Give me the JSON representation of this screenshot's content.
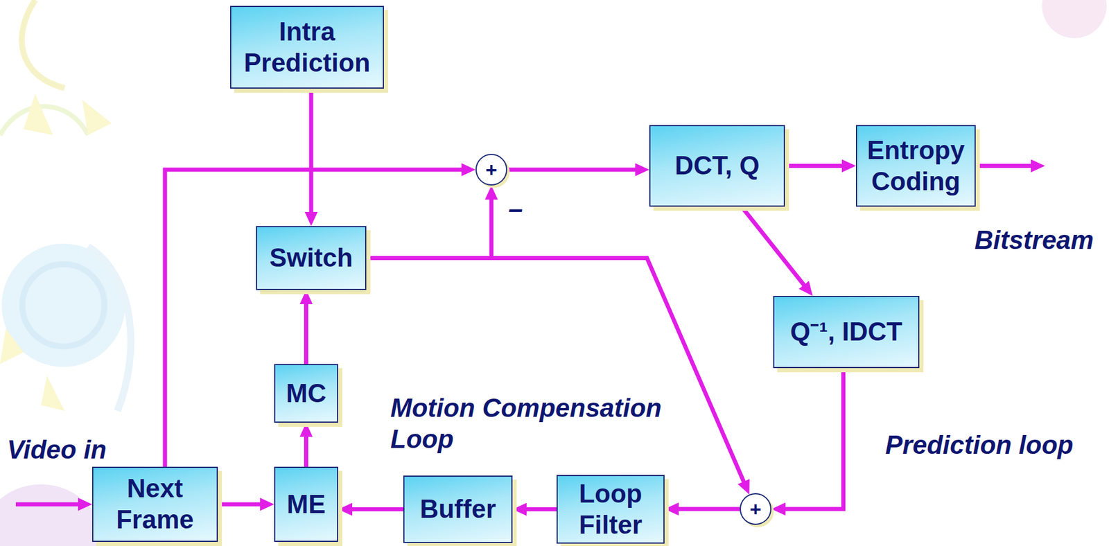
{
  "diagram": {
    "nodes": [
      {
        "text": [
          "Intra Prediction"
        ]
      },
      {
        "text": [
          "+"
        ]
      },
      {
        "text": [
          "DCT, Q"
        ]
      },
      {
        "text": [
          "Entropy Coding"
        ]
      },
      {
        "text": [
          "Switch"
        ]
      },
      {
        "text": [
          "Q⁻¹, IDCT"
        ]
      },
      {
        "text": [
          "MC"
        ]
      },
      {
        "text": [
          "Next Frame"
        ]
      },
      {
        "text": [
          "ME"
        ]
      },
      {
        "text": [
          "Buffer"
        ]
      },
      {
        "text": [
          "Loop Filter"
        ]
      },
      {
        "text": [
          "+"
        ]
      }
    ],
    "edges": [
      {
        "from": 7,
        "to": 1,
        "arrow": "to"
      },
      {
        "from": 0,
        "to": 4,
        "arrow": "to"
      },
      {
        "from": 6,
        "to": 4,
        "arrow": "to"
      },
      {
        "from": 8,
        "to": 6,
        "arrow": "to"
      },
      {
        "from": 7,
        "to": 8,
        "arrow": "to"
      },
      {
        "from": 9,
        "to": 8,
        "arrow": "to"
      },
      {
        "from": 10,
        "to": 9,
        "arrow": "to"
      },
      {
        "from": 11,
        "to": 10,
        "arrow": "to"
      },
      {
        "from": 4,
        "to": 1,
        "arrow": "to"
      },
      {
        "from": 4,
        "to": 11,
        "arrow": "to"
      },
      {
        "from": 1,
        "to": 2,
        "arrow": "to"
      },
      {
        "from": 2,
        "to": 3,
        "arrow": "to"
      },
      {
        "from": 2,
        "to": 5,
        "arrow": "to"
      },
      {
        "from": 5,
        "to": 11,
        "arrow": "to"
      }
    ],
    "labels": [
      "–",
      "Bitstream",
      "Motion Compensation Loop",
      "Video in",
      "Prediction loop"
    ]
  }
}
